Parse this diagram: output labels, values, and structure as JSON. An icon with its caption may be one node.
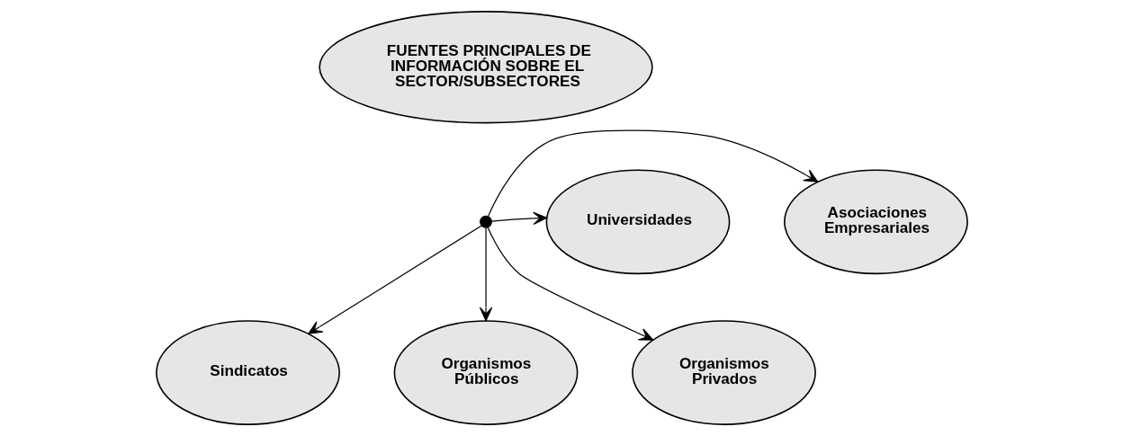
{
  "diagram": {
    "nodes": [
      {
        "text": [
          "FUENTES PRINCIPALES DE INFORMACIÓN SOBRE EL SECTOR/SUBSECTORES"
        ]
      },
      {
        "text": [
          "Asociaciones Empresariales"
        ]
      },
      {
        "text": [],
        "shape": "circle"
      },
      {
        "text": [
          "Universidades"
        ]
      },
      {
        "text": [
          "Sindicatos"
        ]
      },
      {
        "text": [
          "Organismos Públicos"
        ]
      },
      {
        "text": [
          "Organismos Privados"
        ]
      }
    ],
    "edges": [
      {
        "from": 2,
        "to": 1,
        "arrow": "to"
      },
      {
        "from": 2,
        "to": 3,
        "arrow": "to"
      },
      {
        "from": 2,
        "to": 4,
        "arrow": "to"
      },
      {
        "from": 2,
        "to": 5,
        "arrow": "to"
      },
      {
        "from": 2,
        "to": 6,
        "arrow": "to"
      }
    ]
  }
}
